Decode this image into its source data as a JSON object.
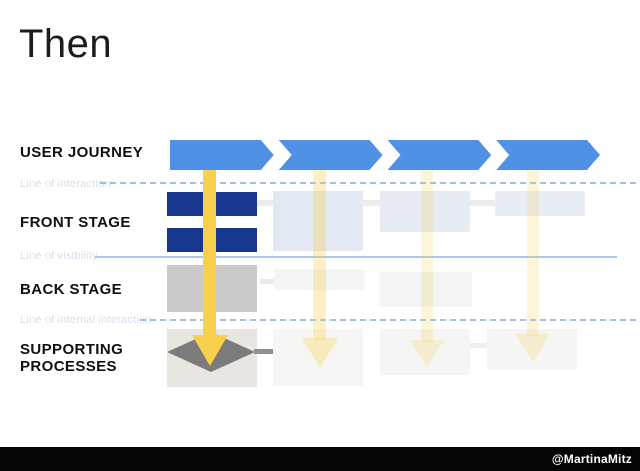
{
  "slide": {
    "title": "Then",
    "watermark": "@MartinaMitz"
  },
  "diagram": {
    "row_labels": [
      "USER JOURNEY",
      "FRONT STAGE",
      "BACK STAGE",
      "SUPPORTING PROCESSES"
    ],
    "separator_lines": [
      {
        "label": "Line of interaction",
        "style": "dashed"
      },
      {
        "label": "Line of visibility",
        "style": "solid"
      },
      {
        "label": "Line of internal interaction",
        "style": "dashed"
      }
    ],
    "journey_segment_count": 4,
    "flow_arrow_count": 4,
    "colors": {
      "journey_chevron_blue": "#4f92e5",
      "front_stage_navy": "#17378f",
      "back_stage_gray": "#cbcac8",
      "supporting_diamond_gray": "#7b7b7b",
      "flow_arrow_yellow": "#f8d04c",
      "faded_box_blue_gray": "#e3e9f3",
      "separator_line_blue": "#8fb2e6",
      "footer_bar_black": "#040404"
    }
  }
}
